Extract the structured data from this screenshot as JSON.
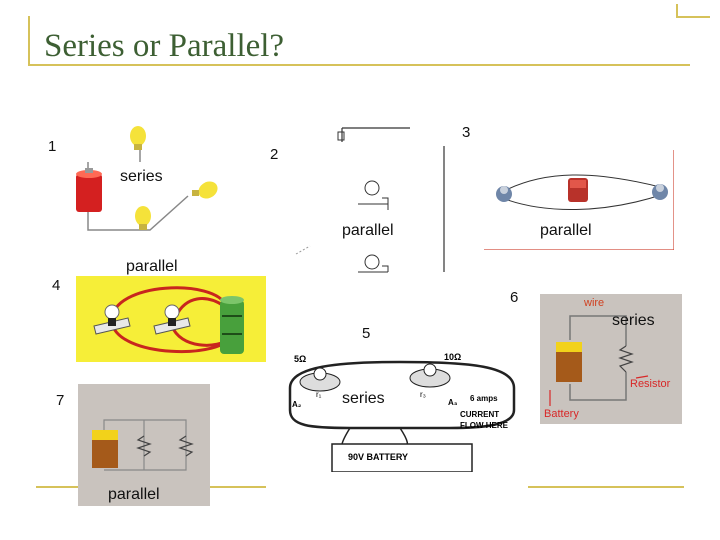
{
  "slide": {
    "title": "Series or Parallel?",
    "accent_color": "#d6c25a",
    "title_color": "#3d5f33"
  },
  "panels": {
    "p1": {
      "number": "1",
      "label": "series"
    },
    "p2": {
      "number": "2",
      "label": "parallel"
    },
    "p3": {
      "number": "3",
      "label": "parallel"
    },
    "p4": {
      "number": "4",
      "label": "parallel"
    },
    "p5": {
      "number": "5",
      "label": "series",
      "r1": "5Ω",
      "r2": "10Ω",
      "amps": "6 amps",
      "current_1": "CURRENT",
      "current_2": "FLOW HERE",
      "battery": "90V BATTERY",
      "a2": "A₂",
      "a3": "A₃",
      "r1_lbl": "r₁",
      "r3_lbl": "r₃"
    },
    "p6": {
      "number": "6",
      "label": "series",
      "wire": "wire",
      "resistor": "Resistor",
      "battery": "Battery"
    },
    "p7": {
      "number": "7",
      "label": "parallel"
    }
  }
}
